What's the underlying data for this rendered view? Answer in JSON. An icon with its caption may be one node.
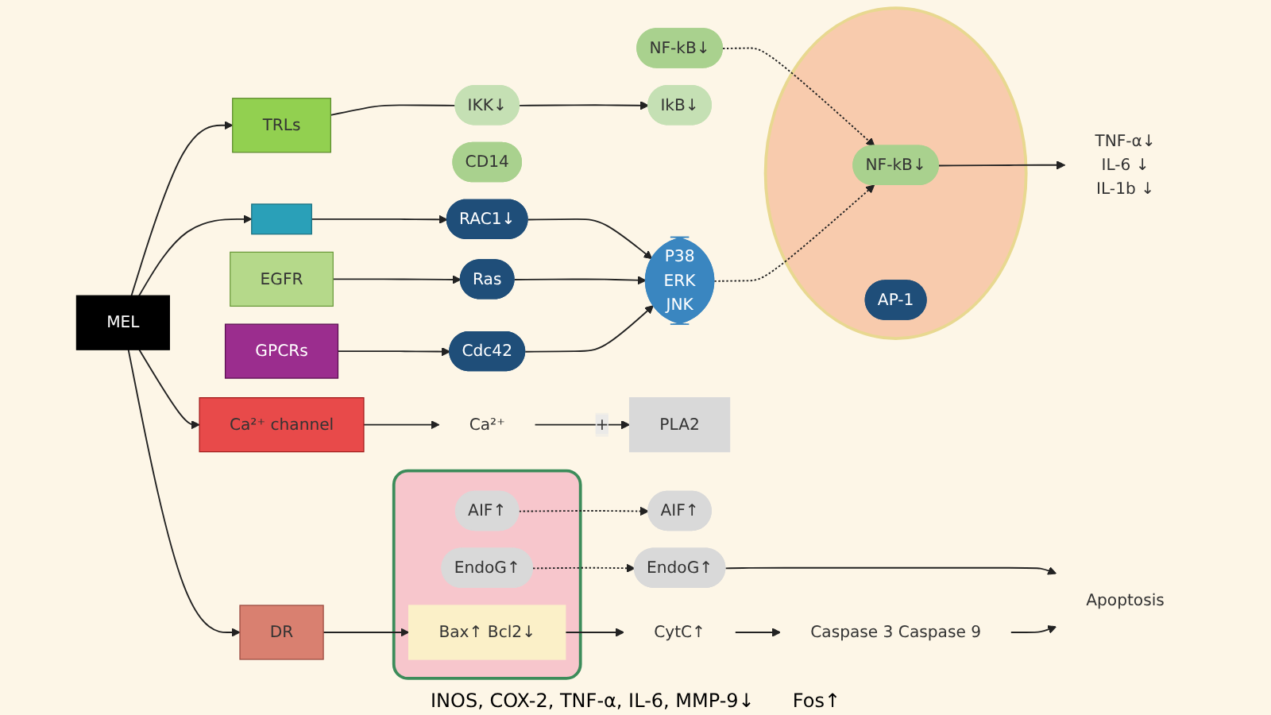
{
  "diagram": {
    "nodes": [
      {
        "text": [
          "MEL"
        ]
      },
      {
        "text": [
          "TRLs"
        ]
      },
      {
        "text": [
          "CD14"
        ]
      },
      {
        "text": [
          "Ca²⁺ channel"
        ]
      },
      {
        "text": [
          "DR"
        ]
      },
      {
        "text": [
          "EGFR"
        ]
      },
      {
        "text": [
          "GPCRs"
        ]
      },
      {
        "text": [],
        "shape": "box"
      },
      {
        "text": [
          "Cdc42"
        ]
      },
      {
        "text": [
          "Ras"
        ]
      },
      {
        "text": [
          "RAC1↓"
        ]
      },
      {
        "text": [
          "P38",
          "ERK",
          "JNK"
        ]
      },
      {
        "text": [
          "IKK↓"
        ]
      },
      {
        "text": [
          "IkB↓"
        ]
      },
      {
        "text": [
          "NF-kB↓"
        ]
      },
      {
        "text": [
          "Ca²⁺"
        ]
      },
      {
        "text": [
          "PLA2"
        ]
      },
      {
        "text": [],
        "shape": "box"
      },
      {
        "text": [
          "Bax↑ Bcl2↓"
        ],
        "in": 17
      },
      {
        "text": [
          "AIF↑"
        ],
        "in": 17
      },
      {
        "text": [
          "EndoG↑"
        ],
        "in": 17
      },
      {
        "text": [],
        "shape": "circle"
      },
      {
        "text": [
          "NF-kB↓"
        ],
        "in": 21
      },
      {
        "text": [
          "AP-1"
        ],
        "in": 21
      },
      {
        "text": [
          "AIF↑"
        ]
      },
      {
        "text": [
          "EndoG↑"
        ]
      },
      {
        "text": [
          "CytC↑"
        ]
      },
      {
        "text": [
          "Caspase 3 Caspase 9"
        ]
      },
      {
        "text": [
          "Apoptosis"
        ]
      },
      {
        "text": [
          "TNF-α↓",
          "IL-6 ↓",
          "IL-1b ↓"
        ]
      }
    ],
    "edges": [
      {
        "from": 0,
        "to": 7,
        "arrow": "to"
      },
      {
        "from": 0,
        "to": 1,
        "arrow": "to"
      },
      {
        "from": 0,
        "to": 3,
        "arrow": "to"
      },
      {
        "from": 0,
        "to": 4,
        "arrow": "to"
      },
      {
        "from": 7,
        "to": 10,
        "arrow": "to"
      },
      {
        "from": 5,
        "to": 9,
        "arrow": "to"
      },
      {
        "from": 6,
        "to": 8,
        "arrow": "to"
      },
      {
        "from": 10,
        "to": 11,
        "arrow": "to"
      },
      {
        "from": 9,
        "to": 11,
        "arrow": "to"
      },
      {
        "from": 8,
        "to": 11,
        "arrow": "to"
      },
      {
        "from": 1,
        "to": 12,
        "arrow": "none"
      },
      {
        "from": 12,
        "to": 13,
        "arrow": "to"
      },
      {
        "from": 14,
        "to": 22,
        "arrow": "to",
        "style": "dashed"
      },
      {
        "from": 11,
        "to": 22,
        "arrow": "to",
        "style": "dashed"
      },
      {
        "from": 22,
        "to": 29,
        "arrow": "to"
      },
      {
        "from": 3,
        "to": 15,
        "arrow": "to"
      },
      {
        "from": 15,
        "to": 16,
        "arrow": "to",
        "label": "+"
      },
      {
        "from": 4,
        "to": 18,
        "arrow": "to"
      },
      {
        "from": 18,
        "to": 26,
        "arrow": "to"
      },
      {
        "from": 19,
        "to": 24,
        "arrow": "to",
        "style": "dashed"
      },
      {
        "from": 20,
        "to": 25,
        "arrow": "to",
        "style": "dashed"
      },
      {
        "from": 25,
        "to": 28,
        "arrow": "to"
      },
      {
        "from": 26,
        "to": 27,
        "arrow": "to"
      },
      {
        "from": 27,
        "to": 28,
        "arrow": "to"
      }
    ],
    "labels": [
      "INOS, COX-2, TNF-α, IL-6, MMP-9↓",
      "Fos↑"
    ]
  }
}
